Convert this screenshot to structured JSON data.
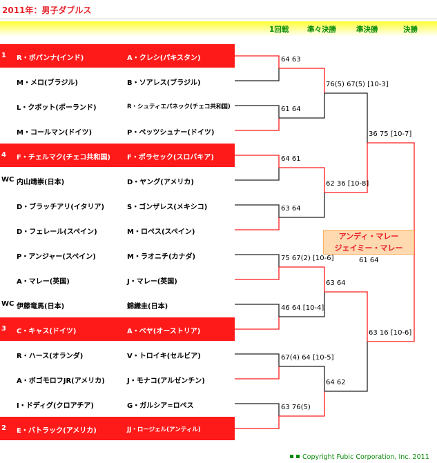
{
  "title": "2011年：男子ダブルス",
  "rounds": [
    "1回戦",
    "準々決勝",
    "準決勝",
    "決勝"
  ],
  "colors": {
    "accent_red": "#ff1a1a",
    "title_red": "#e8222a",
    "green": "#0a8a0a",
    "winner_bg": "#ffd9b0"
  },
  "entries": [
    {
      "seed": "1",
      "p1": "R・ボパンナ(インド)",
      "p2": "A・クレシ(パキスタン)",
      "highlight": true
    },
    {
      "seed": "",
      "p1": "M・メロ(ブラジル)",
      "p2": "B・ソアレス(ブラジル)",
      "highlight": false
    },
    {
      "seed": "",
      "p1": "L・クボット(ポーランド)",
      "p2": "R・シュティエパネック(チェコ共和国)",
      "highlight": false
    },
    {
      "seed": "",
      "p1": "M・コールマン(ドイツ)",
      "p2": "P・ペッツシュナー(ドイツ)",
      "highlight": false
    },
    {
      "seed": "4",
      "p1": "F・チェルマク(チェコ共和国)",
      "p2": "F・ポラセック(スロバキア)",
      "highlight": true
    },
    {
      "seed": "WC",
      "p1": "内山靖崇(日本)",
      "p2": "D・ヤング(アメリカ)",
      "highlight": false
    },
    {
      "seed": "",
      "p1": "D・ブラッチアリ(イタリア)",
      "p2": "S・ゴンザレス(メキシコ)",
      "highlight": false
    },
    {
      "seed": "",
      "p1": "D・フェレール(スペイン)",
      "p2": "M・ロペス(スペイン)",
      "highlight": false
    },
    {
      "seed": "",
      "p1": "P・アンジャー(スペイン)",
      "p2": "M・ラオニチ(カナダ)",
      "highlight": false
    },
    {
      "seed": "",
      "p1": "A・マレー(英国)",
      "p2": "J・マレー(英国)",
      "highlight": false
    },
    {
      "seed": "WC",
      "p1": "伊藤竜馬(日本)",
      "p2": "錦織圭(日本)",
      "highlight": false
    },
    {
      "seed": "3",
      "p1": "C・キャス(ドイツ)",
      "p2": "A・ベヤ(オーストリア)",
      "highlight": true
    },
    {
      "seed": "",
      "p1": "R・ハース(オランダ)",
      "p2": "V・トロイキ(セルビア)",
      "highlight": false
    },
    {
      "seed": "",
      "p1": "A・ボゴモロフJR(アメリカ)",
      "p2": "J・モナコ(アルゼンチン)",
      "highlight": false
    },
    {
      "seed": "",
      "p1": "I・ドディグ(クロアチア)",
      "p2": "G・ガルシア=ロペス",
      "highlight": false
    },
    {
      "seed": "2",
      "p1": "E・バトラック(アメリカ)",
      "p2": "JJ・ロージェル(アンティル)",
      "highlight": true
    }
  ],
  "scores": {
    "r1": [
      "64 63",
      "61 64",
      "64 61",
      "63 64",
      "75 67(2) [10-6]",
      "46 64 [10-4]",
      "67(4) 64 [10-5]",
      "63 76(5)"
    ],
    "qf": [
      "76(5) 67(5) [10-3]",
      "62 36 [10-8]",
      "63 64",
      "64 62"
    ],
    "sf": [
      "36 75 [10-7]",
      "63 16 [10-6]"
    ],
    "final": "61 64"
  },
  "winner": [
    "アンディ・マレー",
    "ジェイミー・マレー"
  ],
  "footer": "Copyright Fubic Corporation, Inc. 2011"
}
